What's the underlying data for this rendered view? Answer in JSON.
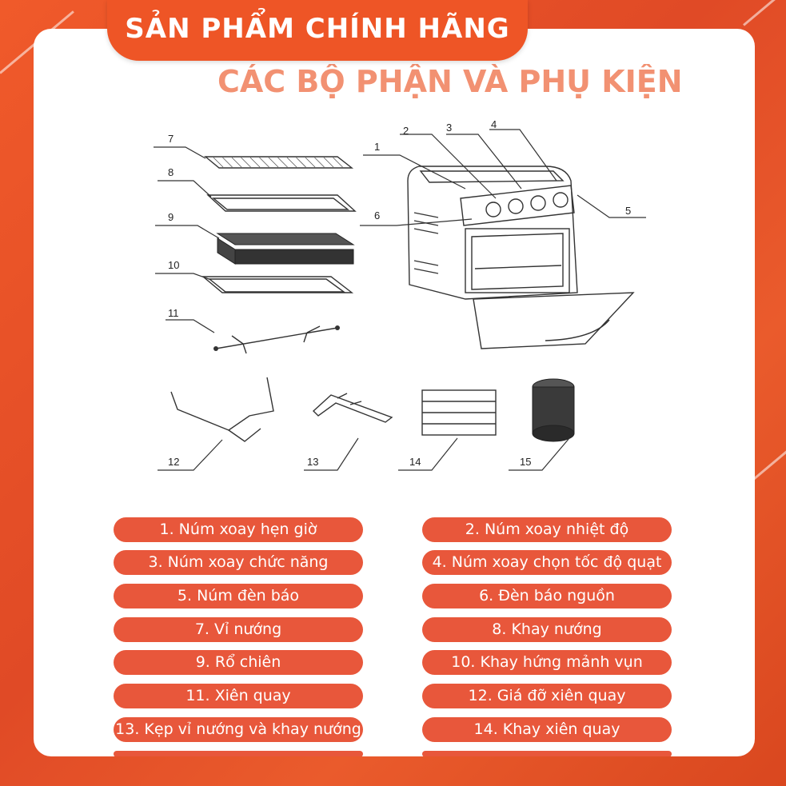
{
  "badge": {
    "title": "SẢN PHẨM CHÍNH HÃNG"
  },
  "heading": "CÁC BỘ PHẬN VÀ PHỤ KIỆN",
  "callouts": [
    "1",
    "2",
    "3",
    "4",
    "5",
    "6",
    "7",
    "8",
    "9",
    "10",
    "11",
    "12",
    "13",
    "14",
    "15"
  ],
  "parts": [
    "1. Núm xoay hẹn giờ",
    "2. Núm xoay nhiệt độ",
    "3. Núm xoay chức năng",
    "4. Núm xoay chọn tốc độ quạt",
    "5. Núm đèn báo",
    "6. Đèn báo nguồn",
    "7. Vỉ nướng",
    "8. Khay nướng",
    "9. Rổ chiên",
    "10. Khay hứng mảnh vụn",
    "11. Xiên quay",
    "12. Giá đỡ xiên quay",
    "13. Kẹp vỉ nướng và khay nướng",
    "14. Khay xiên quay"
  ],
  "colors": {
    "accent": "#e8573b",
    "background": "#e8532e",
    "card": "#ffffff"
  }
}
